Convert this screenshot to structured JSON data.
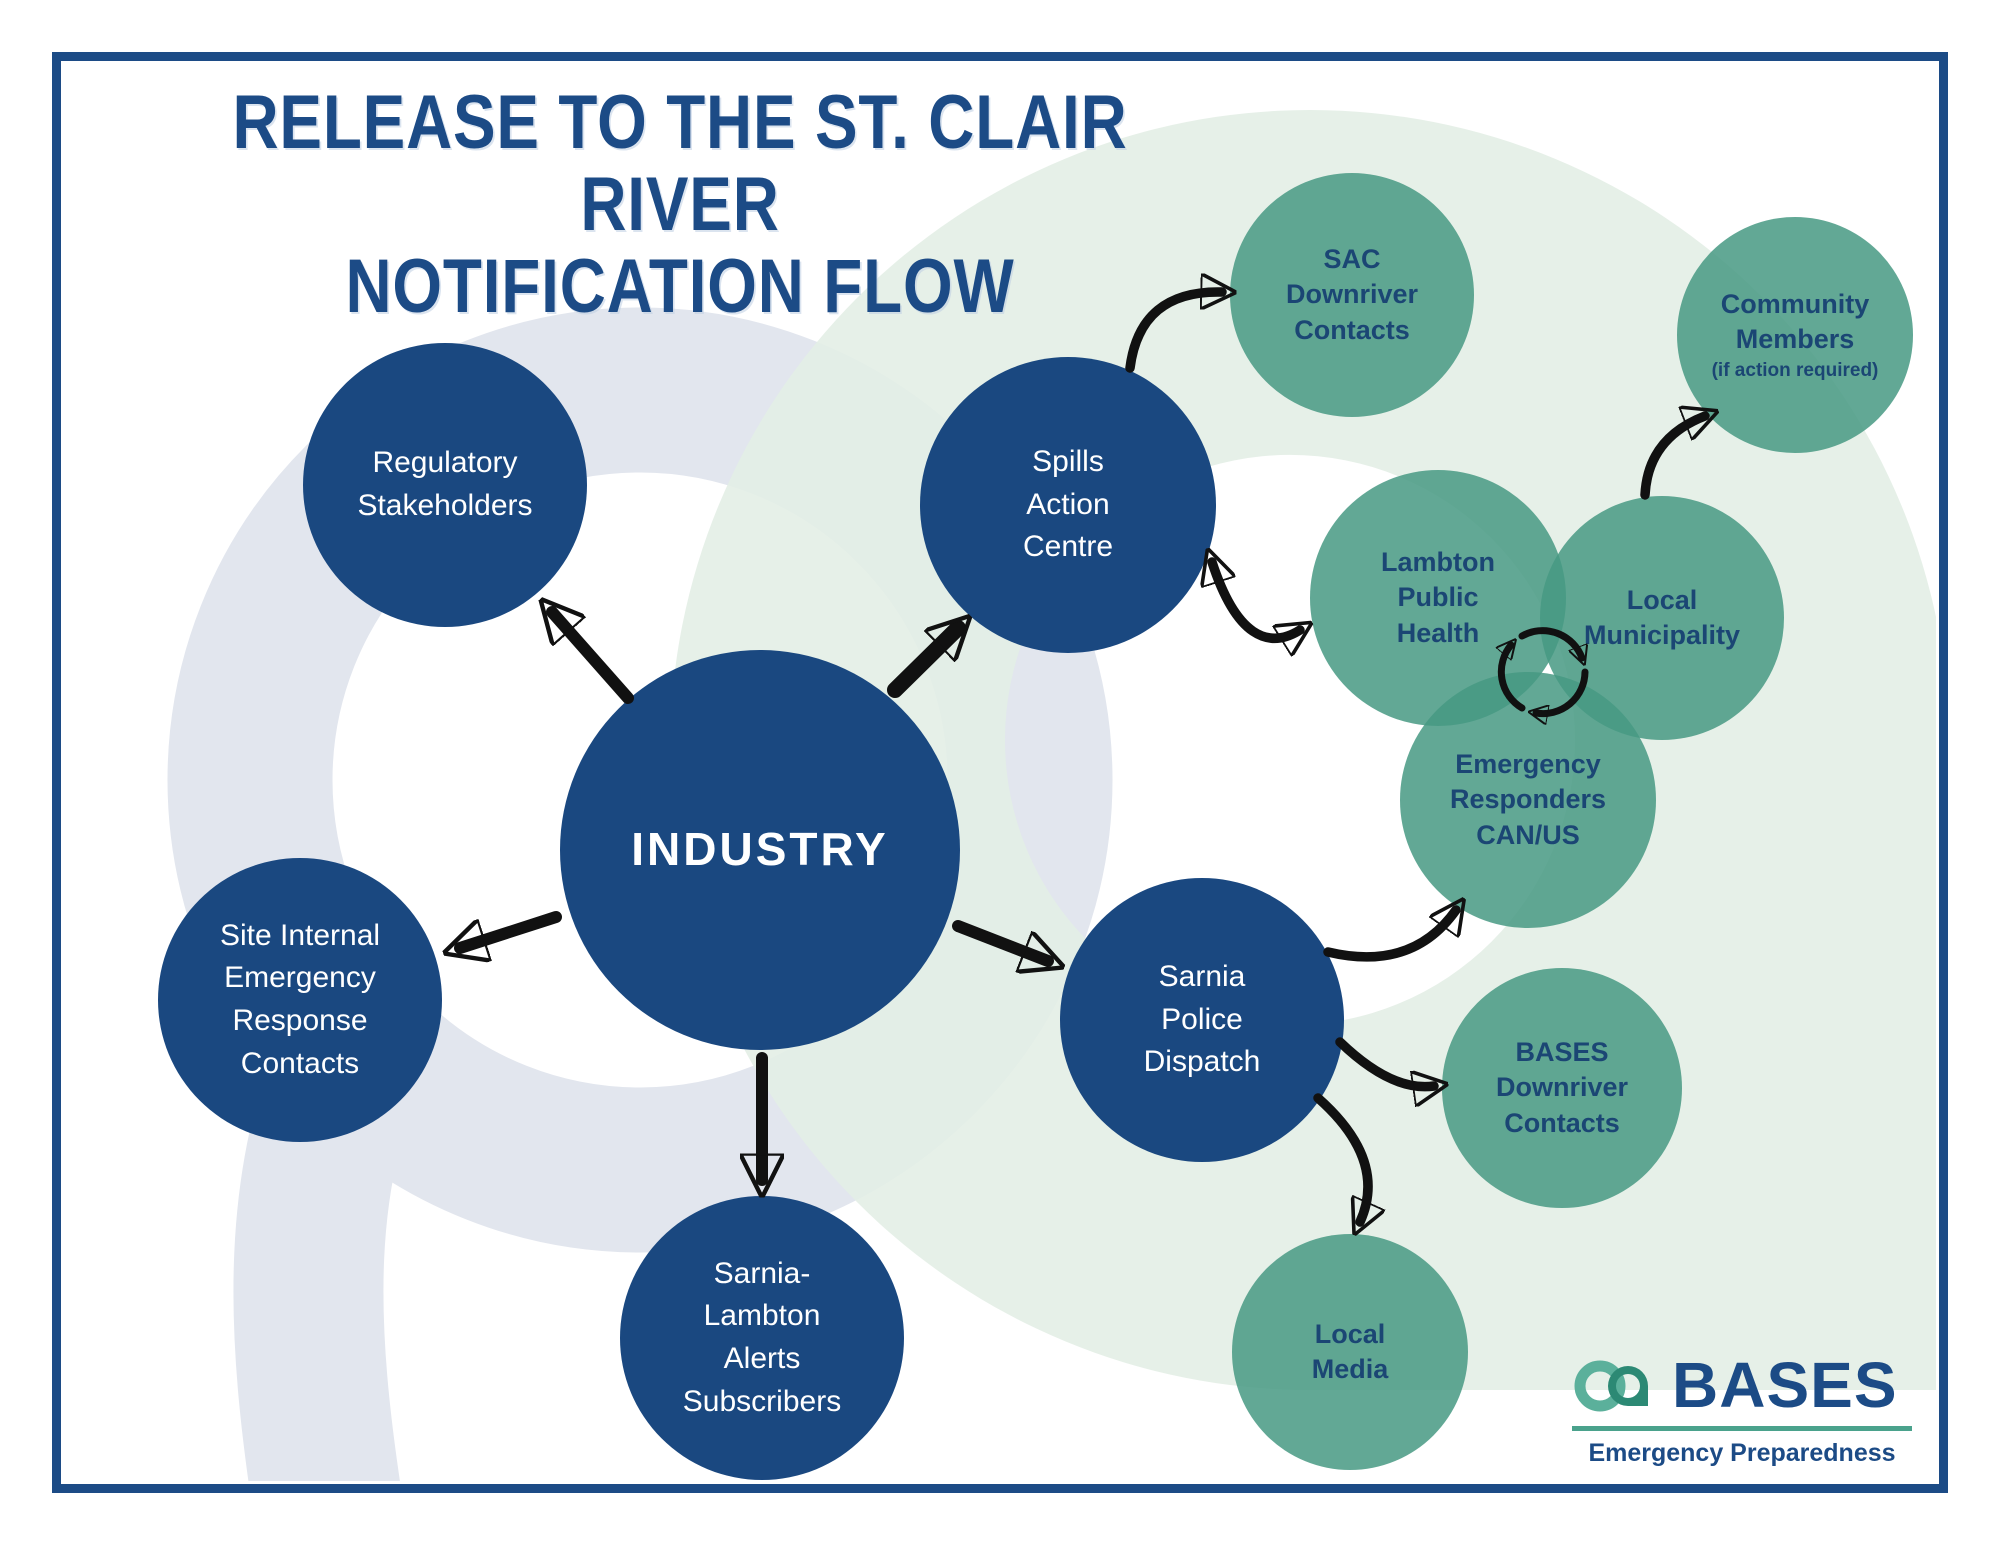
{
  "title": {
    "line1": "RELEASE TO THE ST. CLAIR RIVER",
    "line2": "NOTIFICATION FLOW"
  },
  "nodes": {
    "industry": {
      "label": "INDUSTRY"
    },
    "regulatory_stakeholders": {
      "label": "Regulatory\nStakeholders"
    },
    "spills_action_centre": {
      "label": "Spills\nAction\nCentre"
    },
    "site_internal_contacts": {
      "label": "Site Internal\nEmergency\nResponse\nContacts"
    },
    "sarnia_police_dispatch": {
      "label": "Sarnia\nPolice\nDispatch"
    },
    "sarnia_lambton_alerts": {
      "label": "Sarnia-\nLambton\nAlerts\nSubscribers"
    },
    "sac_downriver_contacts": {
      "label": "SAC\nDownriver\nContacts"
    },
    "community_members": {
      "label": "Community\nMembers",
      "sublabel": "(if action required)"
    },
    "lambton_public_health": {
      "label": "Lambton\nPublic\nHealth"
    },
    "local_municipality": {
      "label": "Local\nMunicipality"
    },
    "emergency_responders": {
      "label": "Emergency\nResponders\nCAN/US"
    },
    "bases_downriver_contacts": {
      "label": "BASES\nDownriver\nContacts"
    },
    "local_media": {
      "label": "Local\nMedia"
    }
  },
  "edges": [
    {
      "from": "industry",
      "to": "regulatory_stakeholders"
    },
    {
      "from": "industry",
      "to": "spills_action_centre"
    },
    {
      "from": "industry",
      "to": "site_internal_contacts"
    },
    {
      "from": "industry",
      "to": "sarnia_police_dispatch"
    },
    {
      "from": "industry",
      "to": "sarnia_lambton_alerts"
    },
    {
      "from": "spills_action_centre",
      "to": "sac_downriver_contacts"
    },
    {
      "from": "spills_action_centre",
      "to": "lambton_public_health",
      "bidirectional": true
    },
    {
      "from": "local_municipality",
      "to": "community_members"
    },
    {
      "from": "sarnia_police_dispatch",
      "to": "emergency_responders"
    },
    {
      "from": "sarnia_police_dispatch",
      "to": "bases_downriver_contacts"
    },
    {
      "from": "sarnia_police_dispatch",
      "to": "local_media"
    },
    {
      "type": "cycle",
      "between": [
        "lambton_public_health",
        "local_municipality",
        "emergency_responders"
      ]
    }
  ],
  "logo": {
    "brand": "BASES",
    "tagline": "Emergency Preparedness"
  },
  "colors": {
    "navy": "#1a4880",
    "teal": "rgba(70,153,130,0.85)",
    "teal-text": "#1b4674",
    "title-navy": "#1c4b86",
    "arrow": "#111111"
  }
}
